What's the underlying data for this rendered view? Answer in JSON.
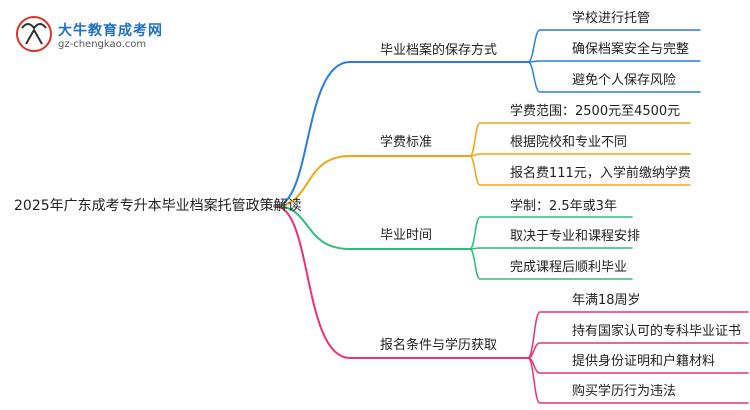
{
  "logo": {
    "title": "大牛教育成考网",
    "url": "gz-chengkao.com"
  },
  "root": "2025年广东成考专升本毕业档案托管政策解读",
  "branches": [
    {
      "label": "毕业档案的保存方式",
      "color": "#2a7de1",
      "children": [
        "学校进行托管",
        "确保档案安全与完整",
        "避免个人保存风险"
      ]
    },
    {
      "label": "学费标准",
      "color": "#f0a616",
      "children": [
        "学费范围：2500元至4500元",
        "根据院校和专业不同",
        "报名费111元，入学前缴纳学费"
      ]
    },
    {
      "label": "毕业时间",
      "color": "#2dbd7a",
      "children": [
        "学制：2.5年或3年",
        "取决于专业和课程安排",
        "完成课程后顺利毕业"
      ]
    },
    {
      "label": "报名条件与学历获取",
      "color": "#e8327a",
      "children": [
        "年满18周岁",
        "持有国家认可的专科毕业证书",
        "提供身份证明和户籍材料",
        "购买学历行为违法"
      ]
    }
  ]
}
